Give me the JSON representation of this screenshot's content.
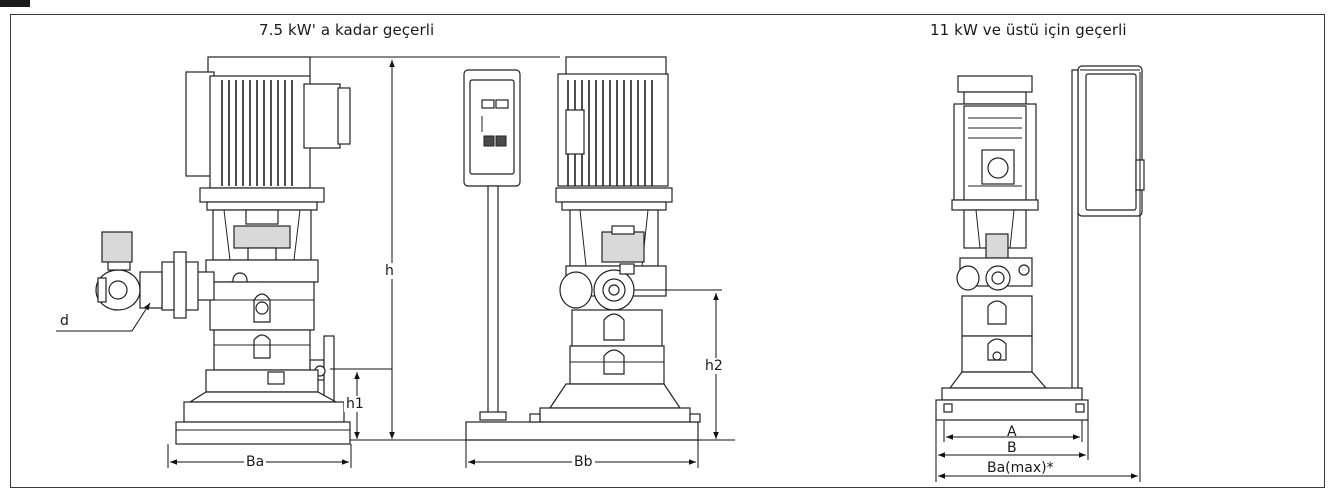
{
  "captions": {
    "left": "7.5 kW' a kadar geçerli",
    "right": "11 kW ve üstü için geçerli"
  },
  "dimensions": {
    "d": "d",
    "h": "h",
    "h1": "h1",
    "h2": "h2",
    "Ba": "Ba",
    "Bb": "Bb",
    "A": "A",
    "B": "B",
    "Ba_max": "Ba(max)*"
  },
  "colors": {
    "line": "#222222",
    "frame": "#3a3a3a",
    "background": "#ffffff"
  }
}
